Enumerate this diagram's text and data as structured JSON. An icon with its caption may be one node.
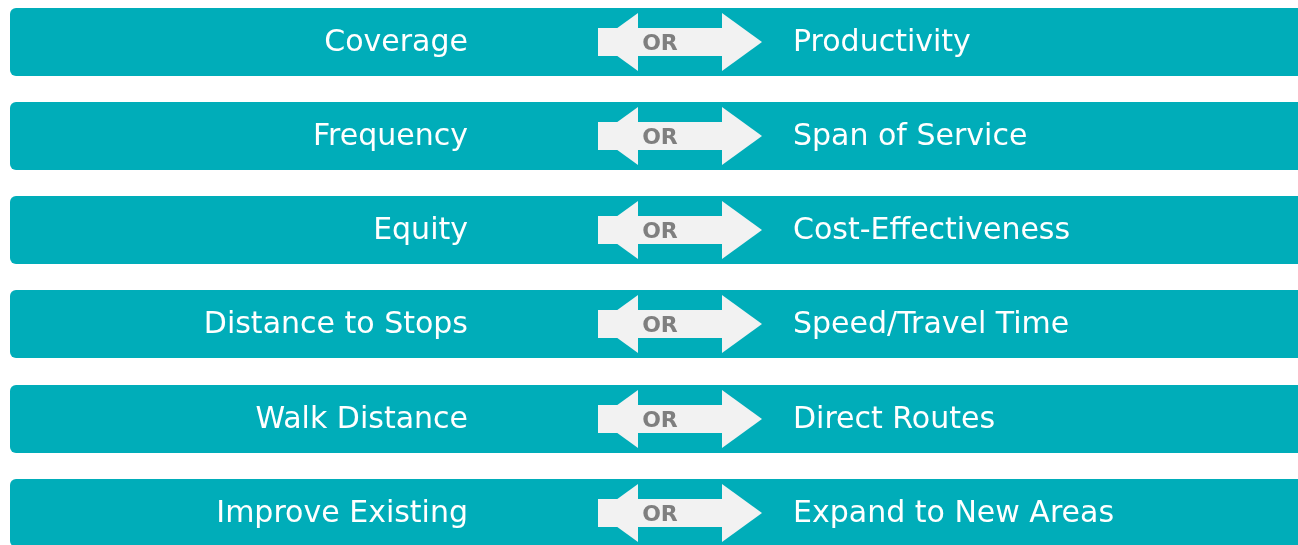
{
  "diagram": {
    "nodes": [
      {
        "text": [],
        "shape": "bar"
      },
      {
        "text": [
          "Coverage"
        ],
        "in": 0
      },
      {
        "text": [
          "Productivity"
        ],
        "in": 0
      },
      {
        "text": [],
        "shape": "bar"
      },
      {
        "text": [
          "Frequency"
        ],
        "in": 3
      },
      {
        "text": [
          "Span of Service"
        ],
        "in": 3
      },
      {
        "text": [],
        "shape": "bar"
      },
      {
        "text": [
          "Equity"
        ],
        "in": 6
      },
      {
        "text": [
          "Cost-Effectiveness"
        ],
        "in": 6
      },
      {
        "text": [],
        "shape": "bar"
      },
      {
        "text": [
          "Distance to Stops"
        ],
        "in": 9
      },
      {
        "text": [
          "Speed/Travel Time"
        ],
        "in": 9
      },
      {
        "text": [],
        "shape": "bar"
      },
      {
        "text": [
          "Walk Distance"
        ],
        "in": 12
      },
      {
        "text": [
          "Direct Routes"
        ],
        "in": 12
      },
      {
        "text": [],
        "shape": "bar"
      },
      {
        "text": [
          "Improve Existing"
        ],
        "in": 15
      },
      {
        "text": [
          "Expand to New Areas"
        ],
        "in": 15
      }
    ],
    "edges": [
      {
        "from": 1,
        "to": 2,
        "arrow": "both",
        "label": "OR"
      },
      {
        "from": 4,
        "to": 5,
        "arrow": "both",
        "label": "OR"
      },
      {
        "from": 7,
        "to": 8,
        "arrow": "both",
        "label": "OR"
      },
      {
        "from": 10,
        "to": 11,
        "arrow": "both",
        "label": "OR"
      },
      {
        "from": 13,
        "to": 14,
        "arrow": "both",
        "label": "OR"
      },
      {
        "from": 16,
        "to": 17,
        "arrow": "both",
        "label": "OR"
      }
    ]
  }
}
